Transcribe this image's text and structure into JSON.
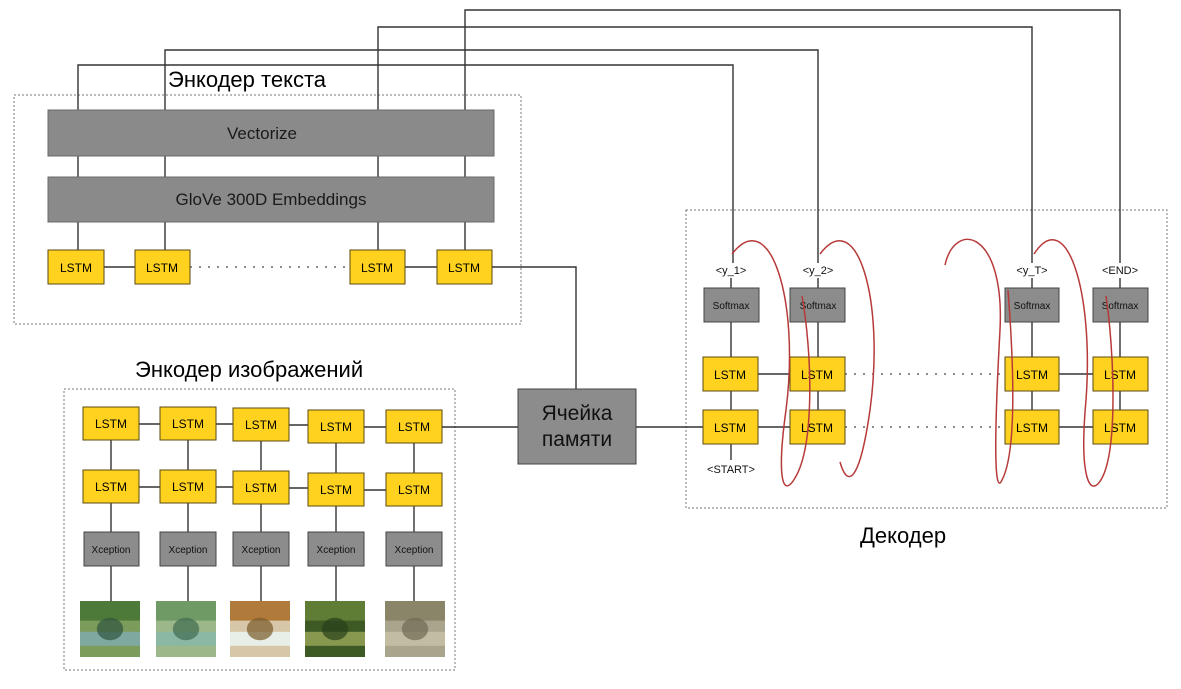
{
  "text_encoder": {
    "title": "Энкодер текста",
    "vectorize_label": "Vectorize",
    "embeddings_label": "GloVe 300D Embeddings",
    "lstm_label": "LSTM"
  },
  "image_encoder": {
    "title": "Энкодер изображений",
    "lstm_label": "LSTM",
    "cnn_label": "Xception",
    "images": [
      {
        "name": "image-river-rocks",
        "colors": [
          "#7c9c5c",
          "#4d7a38",
          "#7fa9a0",
          "#2f5540"
        ]
      },
      {
        "name": "image-lake-hills",
        "colors": [
          "#9cb88a",
          "#6f9a66",
          "#8bb7a5",
          "#3f6b50"
        ]
      },
      {
        "name": "image-pavilion",
        "colors": [
          "#d7c7a8",
          "#b07a3a",
          "#e8efe8",
          "#7a5a2a"
        ]
      },
      {
        "name": "image-tree",
        "colors": [
          "#3d5a25",
          "#5f7d34",
          "#88994f",
          "#2a3f1a"
        ]
      },
      {
        "name": "image-rock-surface",
        "colors": [
          "#a9a48c",
          "#8a8468",
          "#c2bda2",
          "#6f6a52"
        ]
      }
    ]
  },
  "memory_cell": {
    "line1": "Ячейка",
    "line2": "памяти"
  },
  "decoder": {
    "title": "Декодер",
    "lstm_label": "LSTM",
    "softmax_label": "Softmax",
    "outputs": [
      "<y_1>",
      "<y_2>",
      "<y_T>",
      "<END>"
    ],
    "start_label": "<START>"
  },
  "colors": {
    "lstm_fill": "#ffd21f",
    "block_gray": "#8c8c8c",
    "loop_red": "#b73a3a"
  }
}
